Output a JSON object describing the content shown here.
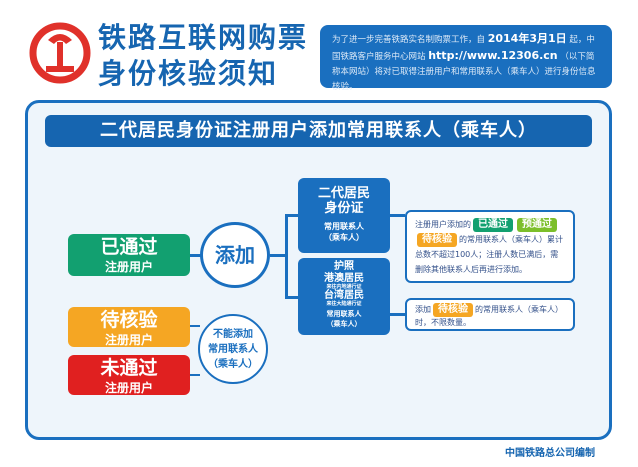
{
  "header": {
    "title_line1": "铁路互联网购票",
    "title_line2": "身份核验须知"
  },
  "notice": {
    "text_a": "为了进一步完善铁路实名制购票工作，自",
    "date": "2014年3月1日",
    "text_b": "起，中国铁路客户服务中心网站",
    "url": "http://www.12306.cn",
    "text_c": "（以下简称本网站）将对已取得注册用户和常用联系人（乘车人）进行身份信息核验。"
  },
  "panel": {
    "title": "二代居民身份证注册用户添加常用联系人（乘车人）"
  },
  "left": {
    "passed": {
      "status": "已通过",
      "label": "注册用户"
    },
    "pending": {
      "status": "待核验",
      "label": "注册用户"
    },
    "failed": {
      "status": "未通过",
      "label": "注册用户"
    }
  },
  "add": {
    "label": "添加"
  },
  "cannot": {
    "line1": "不能添加",
    "line2": "常用联系人",
    "line3": "（乘车人）"
  },
  "id_card": {
    "line1": "二代居民",
    "line2": "身份证",
    "line3": "常用联系人",
    "line4": "（乘车人）"
  },
  "other_docs": {
    "line1": "护照",
    "line2": "港澳居民",
    "line2_sub": "来往内地通行证",
    "line3": "台湾居民",
    "line3_sub": "来往大陆通行证",
    "line4": "常用联系人",
    "line5": "（乘车人）"
  },
  "rule1": {
    "prefix": "注册用户添加的",
    "chip1": "已通过",
    "chip2": "预通过",
    "chip3": "待核验",
    "text": "的常用联系人（乘车人）累计总数不超过100人；注册人数已满后，需删除其他联系人后再进行添加。"
  },
  "rule2": {
    "prefix": "添加",
    "chip": "待核验",
    "text": "的常用联系人（乘车人）时，不限数量。"
  },
  "footer": {
    "credit": "中国铁路总公司编制"
  },
  "colors": {
    "blue": "#1a6fbf",
    "green": "#12a070",
    "orange": "#f5a623",
    "red": "#e02020",
    "lime": "#7cbf2a",
    "logo": "#e0312a"
  }
}
